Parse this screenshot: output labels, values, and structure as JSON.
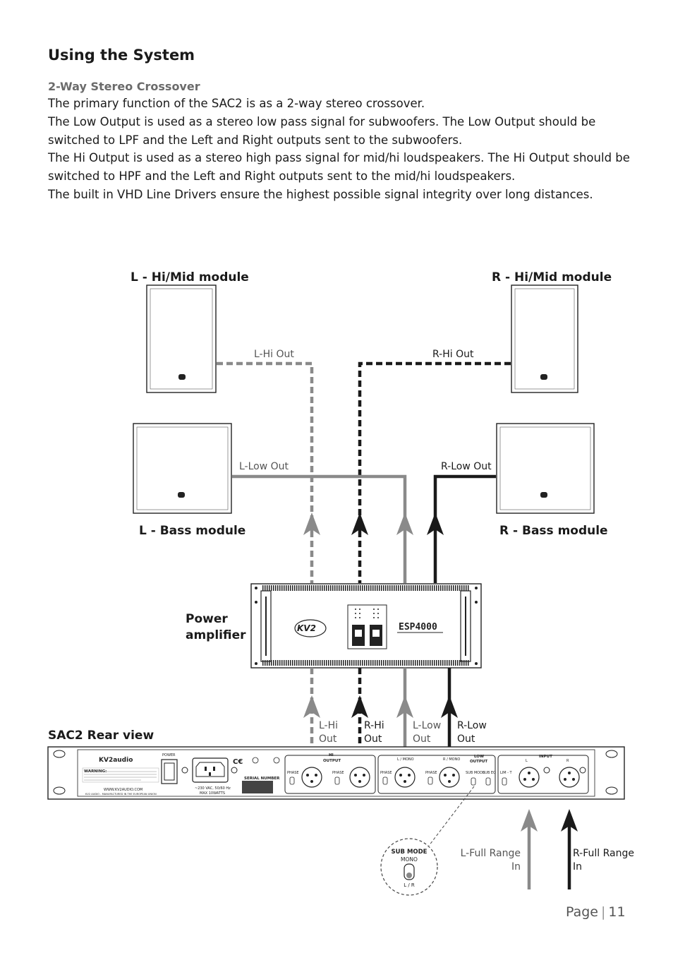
{
  "heading": "Using the System",
  "subheading": "2-Way Stereo Crossover",
  "paragraphs": [
    "The primary function of the SAC2 is as a 2-way stereo crossover.",
    "The Low Output is used as a stereo low pass signal for subwoofers. The Low Output should be switched to LPF and the Left and Right outputs sent to the subwoofers.",
    "The Hi Output is used as a stereo high pass signal for mid/hi loudspeakers. The Hi Output should be switched to HPF and the Left and Right outputs sent to the mid/hi loudspeakers.",
    "The built in VHD Line Drivers ensure the highest possible signal integrity over long distances."
  ],
  "diagram": {
    "l_hi_mid": "L - Hi/Mid module",
    "r_hi_mid": "R - Hi/Mid module",
    "l_bass": "L - Bass module",
    "r_bass": "R - Bass module",
    "power_amp_line1": "Power",
    "power_amp_line2": "amplifier",
    "rear_view": "SAC2 Rear view",
    "l_hi_out": "L-Hi Out",
    "r_hi_out": "R-Hi Out",
    "l_low_out": "L-Low Out",
    "r_low_out": "R-Low Out",
    "bottom_labels": {
      "l_hi": [
        "L-Hi",
        "Out"
      ],
      "r_hi": [
        "R-Hi",
        "Out"
      ],
      "l_low": [
        "L-Low",
        "Out"
      ],
      "r_low": [
        "R-Low",
        "Out"
      ]
    },
    "l_full": [
      "L-Full Range",
      "In"
    ],
    "r_full": [
      "R-Full Range",
      "In"
    ],
    "amp_model": "ESP4000",
    "sub_mode_callout": [
      "SUB MODE",
      "MONO",
      "L / R"
    ],
    "panel": {
      "brand": "KV2audio",
      "power": "POWER",
      "hi_output": [
        "HI",
        "OUTPUT"
      ],
      "low_output": [
        "LOW",
        "OUTPUT"
      ],
      "input": "INPUT",
      "l_mono": "L / MONO",
      "r_mono": "R / MONO",
      "phase": "PHASE",
      "sub_mode": "SUB MODE",
      "sub_eq": "SUB EQ",
      "lim": "LIM - T",
      "serial": "SERIAL NUMBER",
      "voltage": "~230 VAC, 50/60 Hz",
      "max": "MAX 10WATTS",
      "website": "WWW.KV2AUDIO.COM",
      "manufactured": "KV2 AUDIO - MANUFACTURED IN THE EUROPEAN UNION",
      "warning": "WARNING:",
      "l": "L",
      "r": "R"
    }
  },
  "footer": {
    "page_word": "Page",
    "separator": "|",
    "page_number": "11"
  },
  "colors": {
    "text": "#1a1a1a",
    "subheading": "#6b6b6b",
    "grey_signal": "#8a8a8a",
    "dark_signal": "#1a1a1a"
  }
}
